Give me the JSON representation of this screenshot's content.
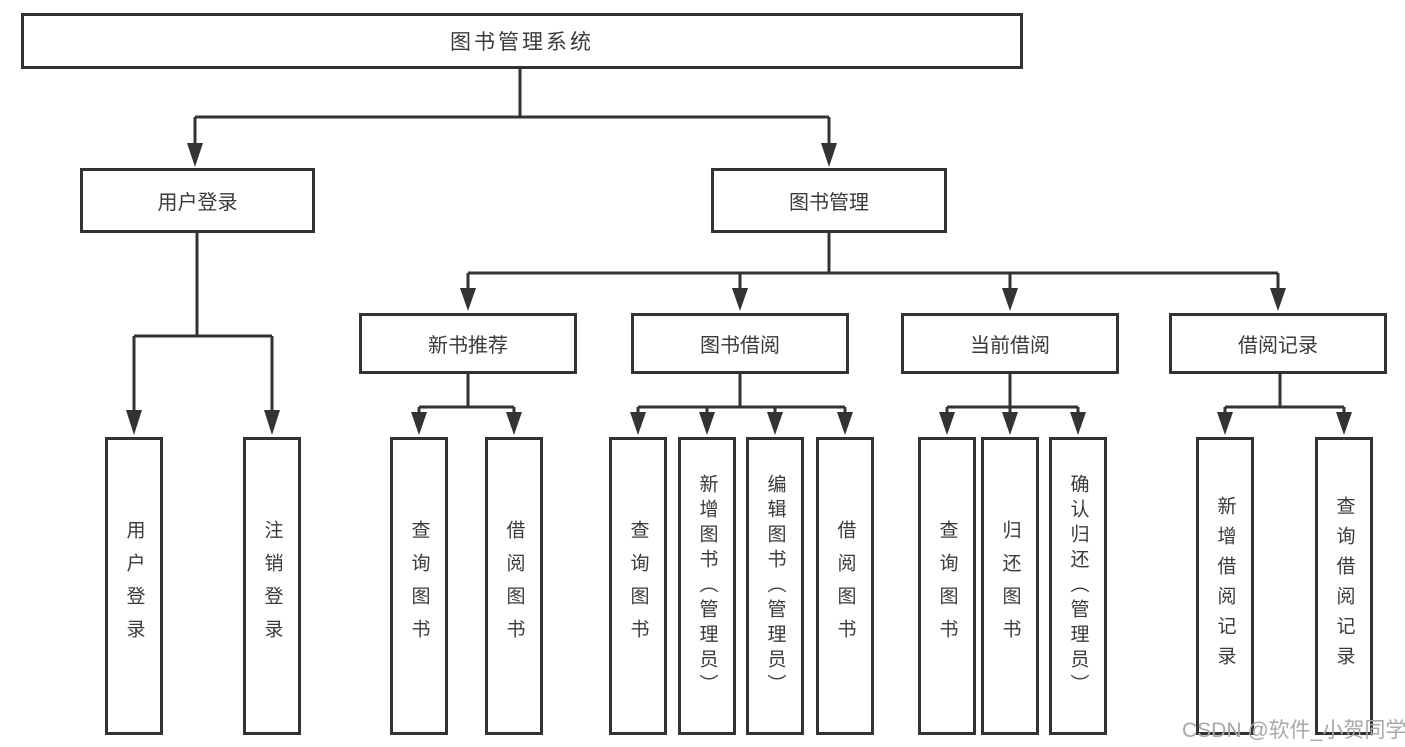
{
  "diagram": {
    "root": {
      "label": "图书管理系统"
    },
    "level2": [
      {
        "label": "用户登录"
      },
      {
        "label": "图书管理"
      }
    ],
    "level3": [
      {
        "label": "新书推荐"
      },
      {
        "label": "图书借阅"
      },
      {
        "label": "当前借阅"
      },
      {
        "label": "借阅记录"
      }
    ],
    "leaves": [
      {
        "label": "用户登录",
        "parent": "用户登录"
      },
      {
        "label": "注销登录",
        "parent": "用户登录"
      },
      {
        "label": "查询图书",
        "parent": "新书推荐"
      },
      {
        "label": "借阅图书",
        "parent": "新书推荐"
      },
      {
        "label": "查询图书",
        "parent": "图书借阅"
      },
      {
        "label": "新增图书（管理员）",
        "parent": "图书借阅"
      },
      {
        "label": "编辑图书（管理员）",
        "parent": "图书借阅"
      },
      {
        "label": "借阅图书",
        "parent": "图书借阅"
      },
      {
        "label": "查询图书",
        "parent": "当前借阅"
      },
      {
        "label": "归还图书",
        "parent": "当前借阅"
      },
      {
        "label": "确认归还（管理员）",
        "parent": "当前借阅"
      },
      {
        "label": "新增借阅记录",
        "parent": "借阅记录"
      },
      {
        "label": "查询借阅记录",
        "parent": "借阅记录"
      }
    ]
  },
  "colors": {
    "line": "#333333",
    "box_border": "#333333",
    "box_fill": "#ffffff",
    "text": "#3a3a3a",
    "watermark": "#a8a8a8"
  },
  "watermark": {
    "text": "CSDN @软件_小贺同学"
  }
}
